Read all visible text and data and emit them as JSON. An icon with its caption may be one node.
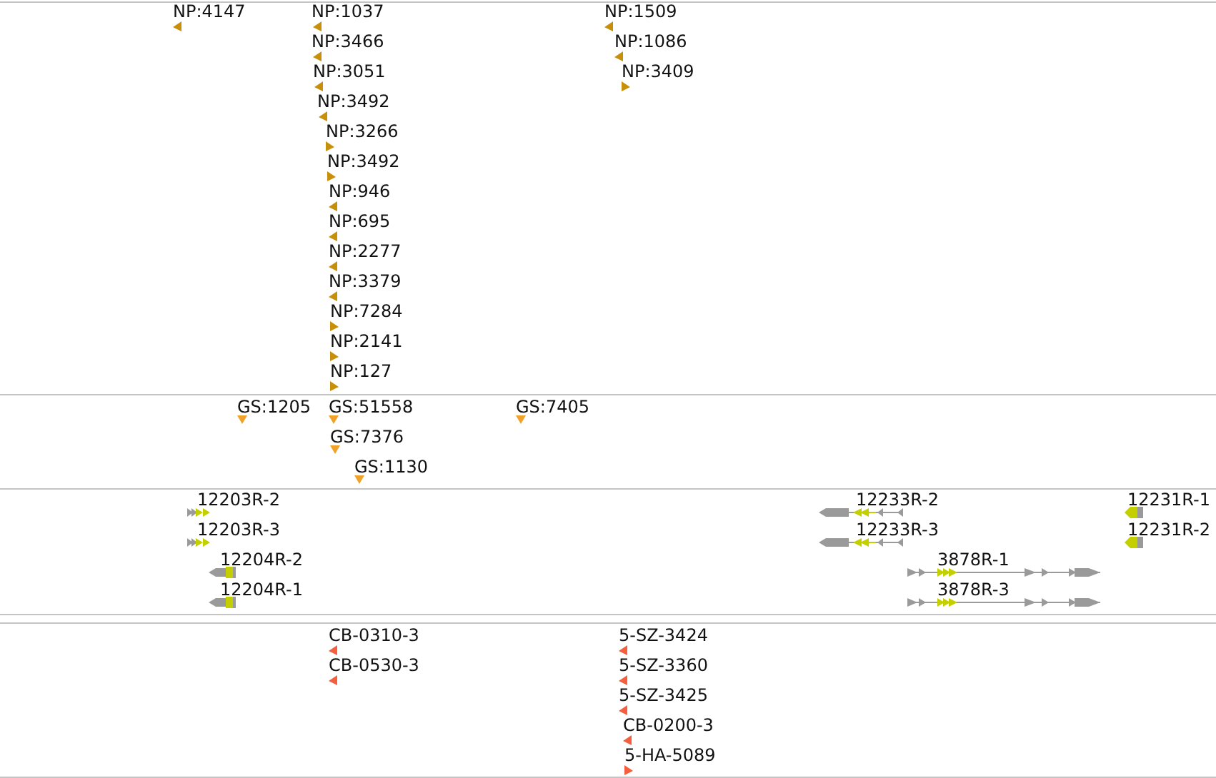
{
  "diagram": {
    "nodes": [
      {
        "text": [],
        "shape": "band"
      },
      {
        "text": [
          "NP:4147"
        ],
        "in": 0
      },
      {
        "text": [
          "NP:1037"
        ],
        "in": 0
      },
      {
        "text": [
          "NP:3466"
        ],
        "in": 0
      },
      {
        "text": [
          "NP:3051"
        ],
        "in": 0
      },
      {
        "text": [
          "NP:3492"
        ],
        "in": 0
      },
      {
        "text": [
          "NP:3266"
        ],
        "in": 0
      },
      {
        "text": [
          "NP:3492"
        ],
        "in": 0
      },
      {
        "text": [
          "NP:946"
        ],
        "in": 0
      },
      {
        "text": [
          "NP:695"
        ],
        "in": 0
      },
      {
        "text": [
          "NP:2277"
        ],
        "in": 0
      },
      {
        "text": [
          "NP:3379"
        ],
        "in": 0
      },
      {
        "text": [
          "NP:7284"
        ],
        "in": 0
      },
      {
        "text": [
          "NP:2141"
        ],
        "in": 0
      },
      {
        "text": [
          "NP:127"
        ],
        "in": 0
      },
      {
        "text": [
          "NP:1509"
        ],
        "in": 0
      },
      {
        "text": [
          "NP:1086"
        ],
        "in": 0
      },
      {
        "text": [
          "NP:3409"
        ],
        "in": 0
      },
      {
        "text": [],
        "shape": "band"
      },
      {
        "text": [
          "GS:1205"
        ],
        "in": 18
      },
      {
        "text": [
          "GS:51558"
        ],
        "in": 18
      },
      {
        "text": [
          "GS:7376"
        ],
        "in": 18
      },
      {
        "text": [
          "GS:1130"
        ],
        "in": 18
      },
      {
        "text": [
          "GS:7405"
        ],
        "in": 18
      },
      {
        "text": [],
        "shape": "band"
      },
      {
        "text": [
          "12203R-2"
        ],
        "in": 24
      },
      {
        "text": [
          "12203R-3"
        ],
        "in": 24
      },
      {
        "text": [
          "12204R-2"
        ],
        "in": 24
      },
      {
        "text": [
          "12204R-1"
        ],
        "in": 24
      },
      {
        "text": [
          "12233R-2"
        ],
        "in": 24
      },
      {
        "text": [
          "12233R-3"
        ],
        "in": 24
      },
      {
        "text": [
          "3878R-1"
        ],
        "in": 24
      },
      {
        "text": [
          "3878R-3"
        ],
        "in": 24
      },
      {
        "text": [
          "12231R-1"
        ],
        "in": 24
      },
      {
        "text": [
          "12231R-2"
        ],
        "in": 24
      },
      {
        "text": [],
        "shape": "band"
      },
      {
        "text": [
          "CB-0310-3"
        ],
        "in": 35
      },
      {
        "text": [
          "CB-0530-3"
        ],
        "in": 35
      },
      {
        "text": [
          "5-SZ-3424"
        ],
        "in": 35
      },
      {
        "text": [
          "5-SZ-3360"
        ],
        "in": 35
      },
      {
        "text": [
          "5-SZ-3425"
        ],
        "in": 35
      },
      {
        "text": [
          "CB-0200-3"
        ],
        "in": 35
      },
      {
        "text": [
          "5-HA-5089"
        ],
        "in": 35
      }
    ]
  }
}
